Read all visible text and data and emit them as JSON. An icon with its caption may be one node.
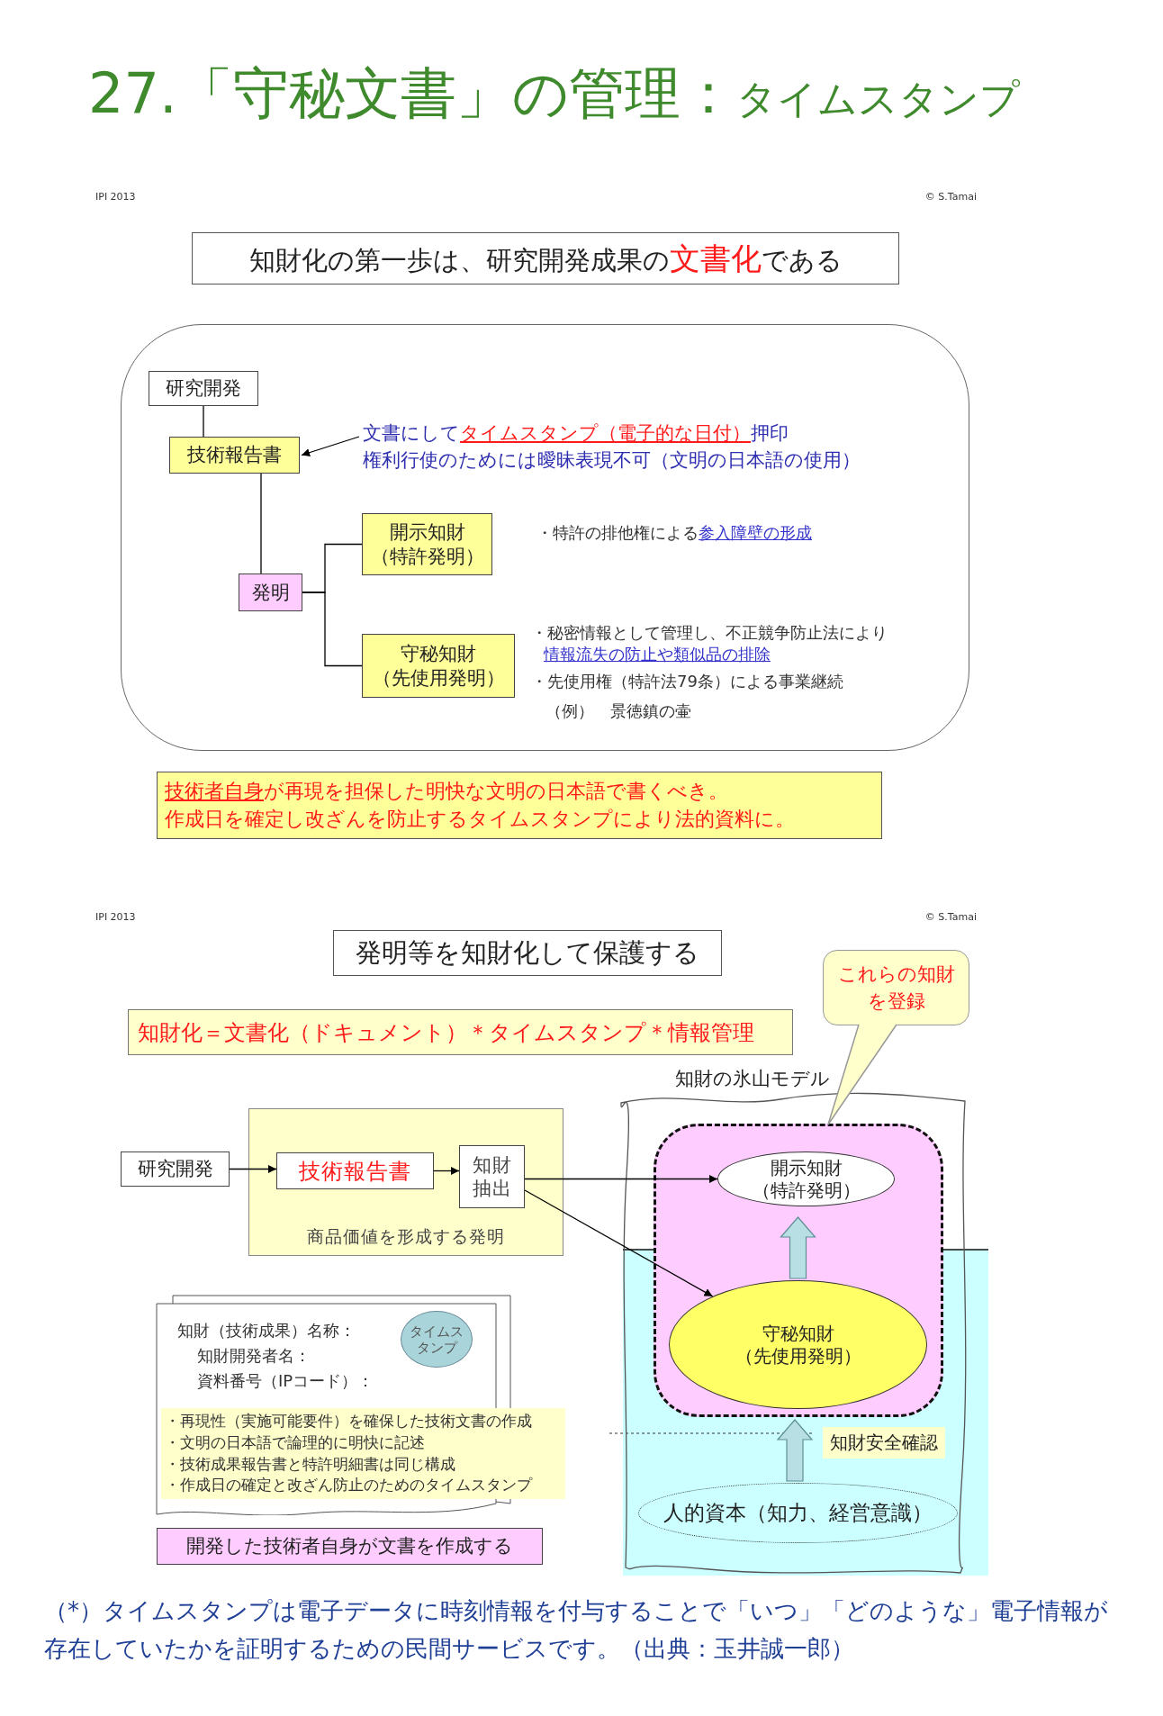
{
  "diagram": {
    "title": "27.「守秘文書」の管理：*タイムスタンプ*",
    "nodes": [
      {
        "text": [
          "知財化の第一歩は、研究開発成果の**文書化**である"
        ]
      },
      {
        "text": [],
        "shape": "box"
      },
      {
        "text": [
          "研究開発"
        ],
        "in": 1
      },
      {
        "text": [
          "技術報告書"
        ],
        "in": 1
      },
      {
        "text": [
          "文書にして**タイムスタンプ（電子的な日付）**押印",
          "権利行使のためには曖昧表現不可（文明の日本語の使用）"
        ],
        "in": 1
      },
      {
        "text": [
          "発明"
        ],
        "in": 1
      },
      {
        "text": [
          "開示知財",
          "（特許発明）"
        ],
        "in": 1
      },
      {
        "text": [
          "守秘知財",
          "（先使用発明）"
        ],
        "in": 1
      },
      {
        "text": [
          "**技術者自身**が再現を担保した明快な文明の日本語で書くべき。",
          "作成日を確定し改ざんを防止するタイムスタンプにより法的資料に。"
        ]
      },
      {
        "text": [
          "発明等を知財化して保護する"
        ]
      },
      {
        "text": [
          "これらの知財を登録"
        ]
      },
      {
        "text": [
          "知財化＝文書化（ドキュメント）＊タイムスタンプ＊情報管理"
        ]
      },
      {
        "text": [
          "研究開発"
        ]
      },
      {
        "text": [
          "商品価値を形成する発明"
        ]
      },
      {
        "text": [
          "技術報告書"
        ],
        "in": 13
      },
      {
        "text": [
          "知財抽出"
        ],
        "in": 13
      },
      {
        "text": [
          "知財の氷山モデル"
        ]
      },
      {
        "text": [],
        "shape": "box",
        "in": 16
      },
      {
        "text": [
          "開示知財",
          "（特許発明）"
        ],
        "in": 17
      },
      {
        "text": [
          "守秘知財",
          "（先使用発明）"
        ],
        "in": 17
      },
      {
        "text": [
          "人的資本（知力、経営意識）"
        ],
        "in": 16
      },
      {
        "text": [
          "知財（技術成果）名称：",
          "知財開発者名：",
          "資料番号（IPコード）："
        ]
      },
      {
        "text": [
          "タイムスタンプ"
        ],
        "in": 21
      },
      {
        "text": [
          "・再現性（実施可能要件）を確保した技術文書の作成",
          "・文明の日本語で論理的に明快に記述",
          "・技術成果報告書と特許明細書は同じ構成",
          "・作成日の確定と改ざん防止のためのタイムスタンプ"
        ]
      },
      {
        "text": [
          "開発した技術者自身が文書を作成する"
        ]
      }
    ],
    "edges": [
      {
        "from": 4,
        "to": 3,
        "arrow": "to"
      },
      {
        "from": 2,
        "to": 3,
        "arrow": "none"
      },
      {
        "from": 3,
        "to": 5,
        "arrow": "none"
      },
      {
        "from": 5,
        "to": 6,
        "arrow": "none"
      },
      {
        "from": 5,
        "to": 7,
        "arrow": "none"
      },
      {
        "from": 10,
        "to": 17,
        "arrow": "none",
        "color": "#999999"
      },
      {
        "from": 12,
        "to": 14,
        "arrow": "to"
      },
      {
        "from": 14,
        "to": 15,
        "arrow": "to"
      },
      {
        "from": 15,
        "to": 18,
        "arrow": "to"
      },
      {
        "from": 15,
        "to": 19,
        "arrow": "to"
      },
      {
        "from": 19,
        "to": 18,
        "arrow": "to",
        "style": "thick",
        "color": "#b8dfe3"
      },
      {
        "from": 20,
        "to": 17,
        "arrow": "to",
        "style": "thick",
        "color": "#b8dfe3",
        "label": "知財安全確認"
      }
    ],
    "labels": [
      "IPI 2013",
      "© S.Tamai",
      "・特許の排他権による**参入障壁の形成**",
      "・秘密情報として管理し、不正競争防止法により**情報流失の防止や類似品の排除**",
      "・先使用権（特許法79条）による事業継続",
      "（例）　景徳鎮の壷",
      "IPI 2013",
      "© S.Tamai",
      "（*）タイムスタンプは電子データに時刻情報を付与することで「いつ」「どのような」電子情報が存在していたかを証明するための民間サービスです。（出典：玉井誠一郎）"
    ]
  }
}
